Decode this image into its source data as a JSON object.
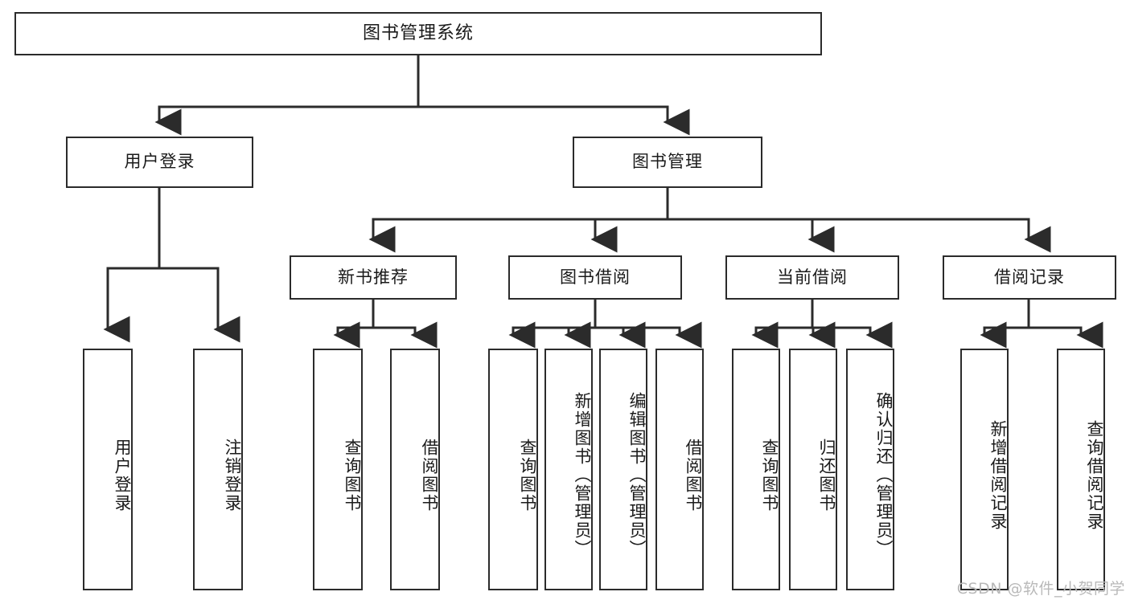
{
  "diagram": {
    "title": "图书管理系统",
    "type": "tree-hierarchy-diagram",
    "colors": {
      "border": "#2b2b2b",
      "fill": "#ffffff",
      "text": "#1a1a1a",
      "watermark": "#b9b9b9"
    },
    "levels": {
      "root": {
        "label": "图书管理系统"
      },
      "level2": [
        {
          "label": "用户登录"
        },
        {
          "label": "图书管理"
        }
      ],
      "level3": [
        {
          "label": "新书推荐"
        },
        {
          "label": "图书借阅"
        },
        {
          "label": "当前借阅"
        },
        {
          "label": "借阅记录"
        }
      ],
      "leaves": {
        "user_login": [
          {
            "label": "用户登录"
          },
          {
            "label": "注销登录"
          }
        ],
        "new_book_recommend": [
          {
            "label": "查询图书"
          },
          {
            "label": "借阅图书"
          }
        ],
        "book_borrow": [
          {
            "label": "查询图书"
          },
          {
            "label": "新增图书（管理员）"
          },
          {
            "label": "编辑图书（管理员）"
          },
          {
            "label": "借阅图书"
          }
        ],
        "current_borrow": [
          {
            "label": "查询图书"
          },
          {
            "label": "归还图书"
          },
          {
            "label": "确认归还（管理员）"
          }
        ],
        "borrow_record": [
          {
            "label": "新增借阅记录"
          },
          {
            "label": "查询借阅记录"
          }
        ]
      }
    },
    "watermark": "CSDN @软件_小贺同学"
  }
}
